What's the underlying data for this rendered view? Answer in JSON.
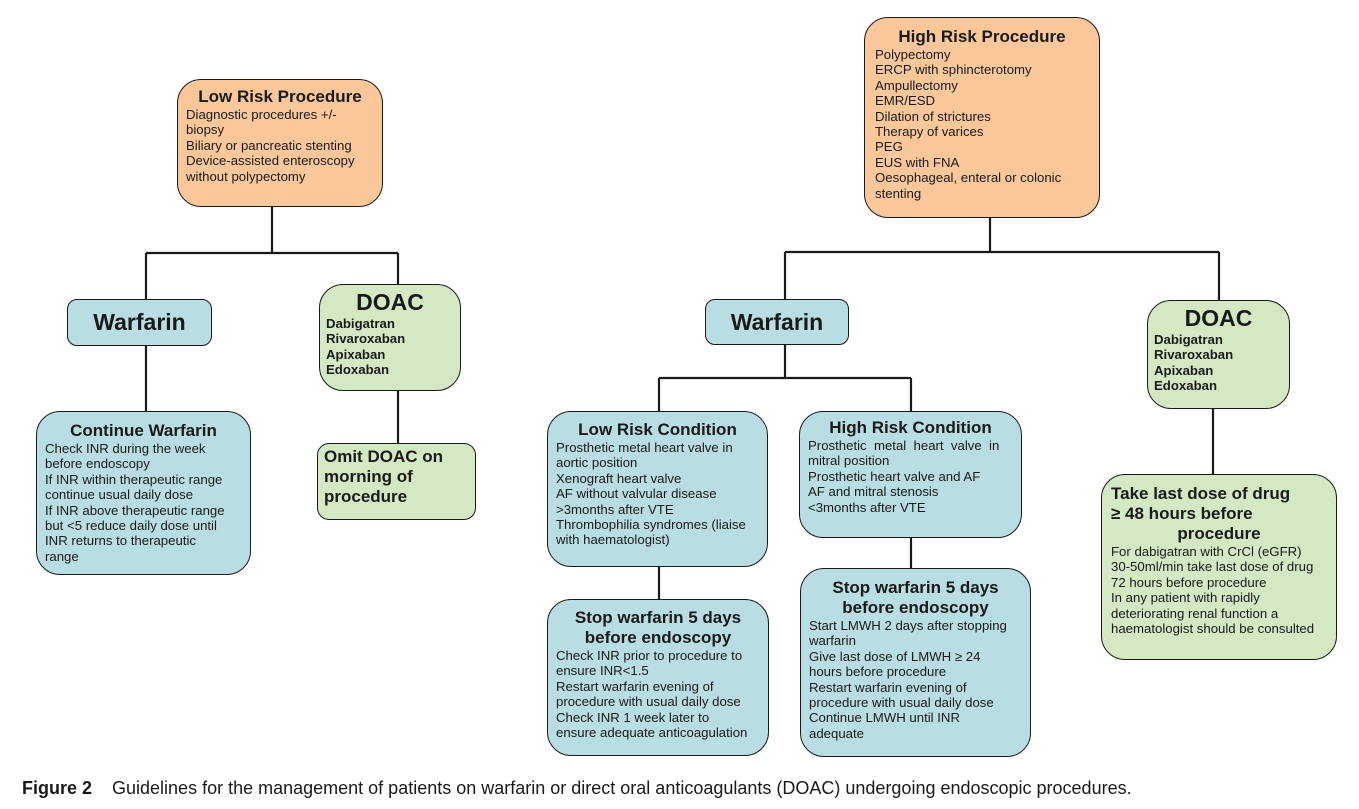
{
  "low_risk": {
    "title": "Low Risk Procedure",
    "lines": [
      "Diagnostic procedures +/-",
      "biopsy",
      "Biliary or pancreatic stenting",
      "Device-assisted enteroscopy",
      "without polypectomy"
    ]
  },
  "high_risk": {
    "title": "High Risk Procedure",
    "lines": [
      "Polypectomy",
      "ERCP with sphincterotomy",
      "Ampullectomy",
      "EMR/ESD",
      "Dilation of strictures",
      "Therapy of varices",
      "PEG",
      "EUS with FNA",
      "Oesophageal, enteral or colonic",
      "stenting"
    ]
  },
  "low_warfarin": {
    "label": "Warfarin"
  },
  "low_doac": {
    "title": "DOAC",
    "drugs": [
      "Dabigatran",
      "Rivaroxaban",
      "Apixaban",
      "Edoxaban"
    ]
  },
  "continue_warfarin": {
    "title": "Continue Warfarin",
    "lines": [
      "Check INR during the week",
      "before endoscopy",
      "If INR within therapeutic range",
      "continue usual daily dose",
      "If INR above therapeutic range",
      "but <5 reduce daily dose until",
      "INR returns to therapeutic",
      "range"
    ]
  },
  "omit_doac": {
    "lines": [
      "Omit DOAC on",
      "morning of",
      "procedure"
    ]
  },
  "high_warfarin": {
    "label": "Warfarin"
  },
  "high_doac": {
    "title": "DOAC",
    "drugs": [
      "Dabigatran",
      "Rivaroxaban",
      "Apixaban",
      "Edoxaban"
    ]
  },
  "low_condition": {
    "title": "Low Risk Condition",
    "lines": [
      "Prosthetic metal heart valve in",
      "aortic position",
      "Xenograft heart valve",
      "AF without valvular disease",
      ">3months after VTE",
      "Thrombophilia syndromes (liaise",
      "with haematologist)"
    ]
  },
  "high_condition": {
    "title": "High Risk Condition",
    "lines": [
      "Prosthetic  metal  heart  valve  in",
      "mitral position",
      "Prosthetic heart valve and AF",
      "AF and mitral stenosis",
      "<3months after VTE"
    ]
  },
  "stop_low": {
    "title_lines": [
      "Stop warfarin 5 days",
      "before endoscopy"
    ],
    "lines": [
      "Check INR prior to procedure to",
      "ensure INR<1.5",
      "Restart warfarin evening of",
      "procedure with usual daily dose",
      "Check INR 1 week later to",
      "ensure adequate anticoagulation"
    ]
  },
  "stop_high": {
    "title_lines": [
      "Stop warfarin 5 days",
      "before endoscopy"
    ],
    "lines": [
      "Start LMWH 2 days after stopping",
      "warfarin",
      "Give last dose of LMWH ≥ 24",
      "hours before procedure",
      "Restart warfarin evening of",
      "procedure with usual daily dose",
      "Continue LMWH until INR",
      "adequate"
    ]
  },
  "take_last": {
    "title_lines": [
      "Take last dose of drug",
      "≥ 48 hours before",
      "procedure"
    ],
    "lines": [
      "For dabigatran with CrCl (eGFR)",
      "30-50ml/min take last dose of drug",
      "72 hours before procedure",
      "In any patient with rapidly",
      "deteriorating renal function a",
      "haematologist should be consulted"
    ]
  },
  "caption": {
    "figure": "Figure 2",
    "text": "Guidelines for the management of patients on warfarin or direct oral anticoagulants (DOAC) undergoing endoscopic procedures."
  },
  "colors": {
    "procedure_fill": "#f9c799",
    "warfarin_fill": "#b8dde2",
    "doac_fill": "#d3e8c3",
    "outline": "#1a1a1a"
  }
}
